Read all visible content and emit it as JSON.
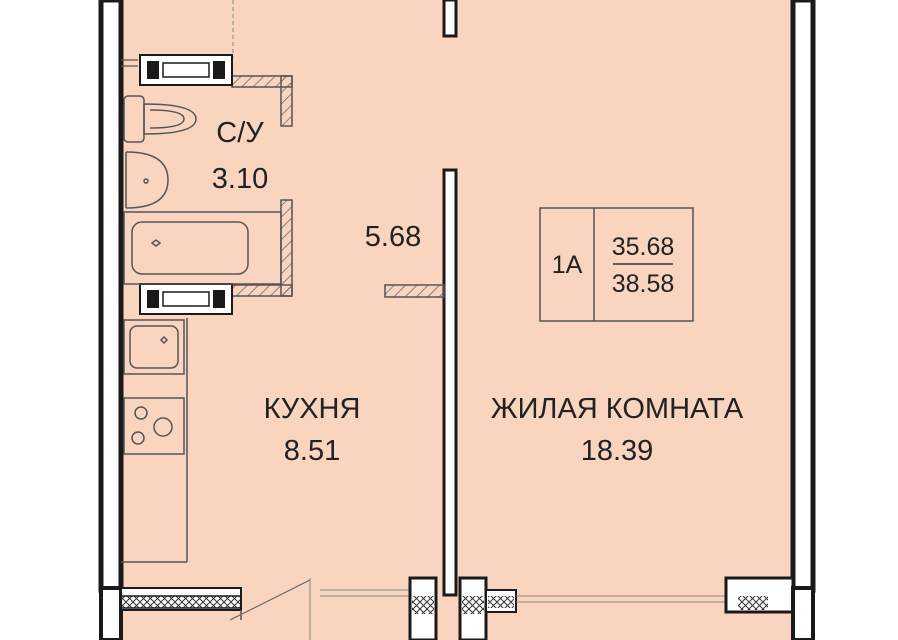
{
  "colors": {
    "floor": "#f9d4be",
    "wall": "#1a1a1a",
    "line": "#555555",
    "hatch": "#666666",
    "background": "#ffffff"
  },
  "rooms": {
    "bathroom": {
      "name": "С/У",
      "area": "3.10"
    },
    "hallway": {
      "area": "5.68"
    },
    "kitchen": {
      "name": "КУХНЯ",
      "area": "8.51"
    },
    "living": {
      "name": "ЖИЛАЯ КОМНАТА",
      "area": "18.39"
    }
  },
  "apartment": {
    "type": "1А",
    "living_area": "35.68",
    "total_area": "38.58"
  }
}
